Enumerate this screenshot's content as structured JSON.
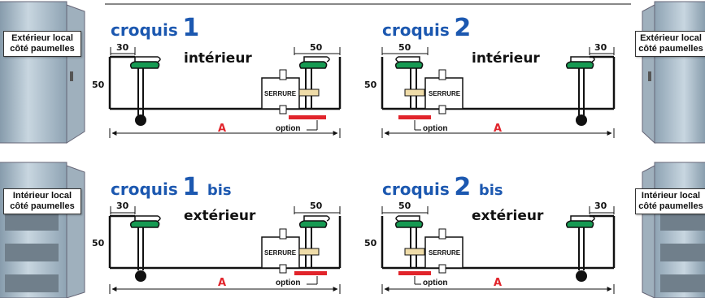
{
  "labels": {
    "ext_line1": "Extérieur local",
    "int_line1": "Intérieur local",
    "line2": "côté paumelles"
  },
  "diagrams": [
    {
      "word": "croquis",
      "num": "1",
      "bis": "",
      "side": "intérieur",
      "left": "30",
      "right": "50",
      "height": "50",
      "lock": "SERRURE",
      "option": "option",
      "a": "A"
    },
    {
      "word": "croquis",
      "num": "2",
      "bis": "",
      "side": "intérieur",
      "left": "50",
      "right": "30",
      "height": "50",
      "lock": "SERRURE",
      "option": "option",
      "a": "A"
    },
    {
      "word": "croquis",
      "num": "1",
      "bis": "bis",
      "side": "extérieur",
      "left": "30",
      "right": "50",
      "height": "50",
      "lock": "SERRURE",
      "option": "option",
      "a": "A"
    },
    {
      "word": "croquis",
      "num": "2",
      "bis": "bis",
      "side": "extérieur",
      "left": "50",
      "right": "30",
      "height": "50",
      "lock": "SERRURE",
      "option": "option",
      "a": "A"
    }
  ],
  "colors": {
    "blue": "#1c58b0",
    "red": "#e1242b",
    "green": "#169a52",
    "door": "#a9bccb"
  }
}
